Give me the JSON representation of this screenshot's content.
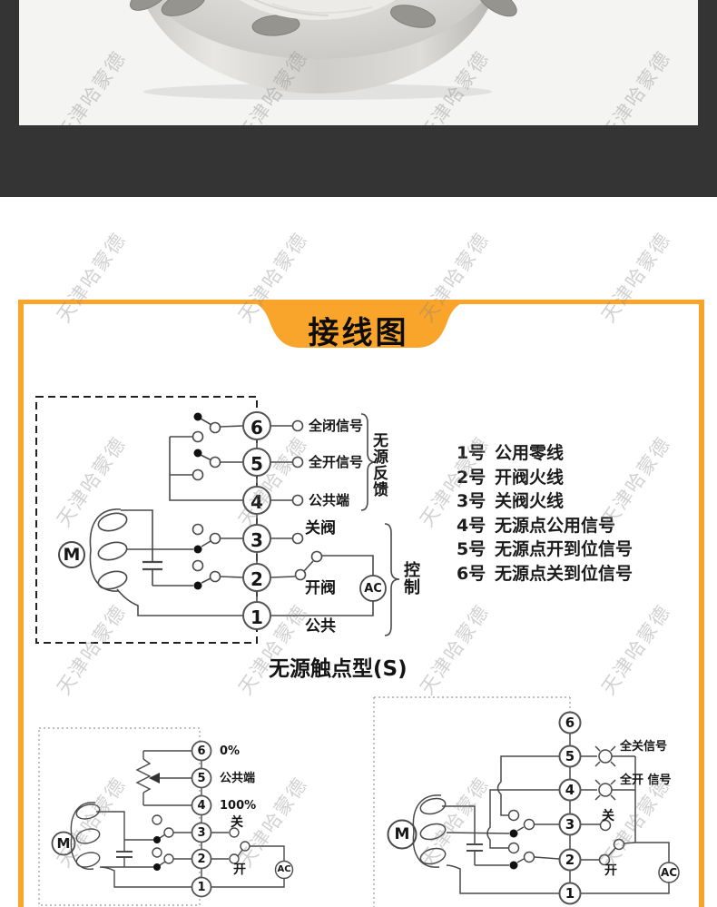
{
  "banner": {
    "title": "接线图"
  },
  "watermark": {
    "text": "天津哈蒙德"
  },
  "colors": {
    "accent": "#F9A42B",
    "dark_band": "#343434",
    "photo_bg": "#F4F4F3"
  },
  "main": {
    "terminals": [
      "6",
      "5",
      "4",
      "3",
      "2",
      "1"
    ],
    "labels": {
      "full_close_signal": "全闭信号",
      "full_open_signal": "全开信号",
      "common_term": "公共端",
      "feedback": "无源反馈",
      "close_valve": "关阀",
      "open_valve": "开阀",
      "common": "公共",
      "control": "控制",
      "motor": "M",
      "ac": "AC"
    },
    "caption": "无源触点型(S)"
  },
  "list": {
    "rows": [
      {
        "num": "1号",
        "desc": "公用零线"
      },
      {
        "num": "2号",
        "desc": "开阀火线"
      },
      {
        "num": "3号",
        "desc": "关阀火线"
      },
      {
        "num": "4号",
        "desc": "无源点公用信号"
      },
      {
        "num": "5号",
        "desc": "无源点开到位信号"
      },
      {
        "num": "6号",
        "desc": "无源点关到位信号"
      }
    ]
  },
  "pot": {
    "terminals": [
      "6",
      "5",
      "4",
      "3",
      "2",
      "1"
    ],
    "labels": {
      "p0": "0%",
      "common_term": "公共端",
      "p100": "100%",
      "close": "关",
      "open": "开",
      "motor": "M",
      "ac": "AC"
    }
  },
  "lamp": {
    "terminals": [
      "6",
      "5",
      "4",
      "3",
      "2",
      "1"
    ],
    "labels": {
      "full_close_signal": "全关信号",
      "full_open_signal": "全开 信号",
      "close": "关",
      "open": "开",
      "motor": "M",
      "ac": "AC"
    }
  }
}
